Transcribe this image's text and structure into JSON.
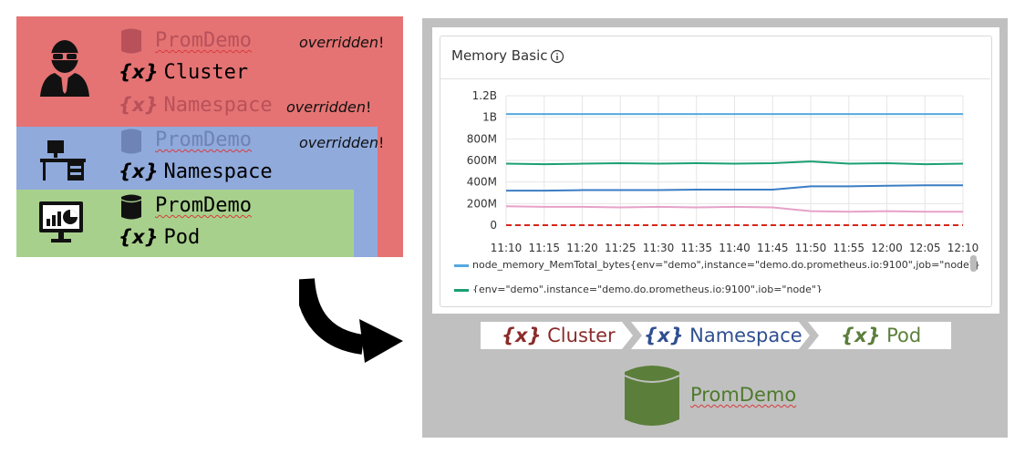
{
  "left": {
    "admin": {
      "datasource": "PromDemo",
      "datasource_note": "overridden",
      "cluster_var": "{x}",
      "cluster_label": "Cluster",
      "namespace_var": "{x}",
      "namespace_label": "Namespace",
      "namespace_note": "overridden"
    },
    "team": {
      "datasource": "PromDemo",
      "datasource_note": "overridden",
      "namespace_var": "{x}",
      "namespace_label": "Namespace"
    },
    "app": {
      "datasource": "PromDemo",
      "pod_var": "{x}",
      "pod_label": "Pod"
    },
    "bang": "!"
  },
  "panel": {
    "title": "Memory Basic",
    "info_icon": "info-circle-icon",
    "y_ticks": [
      "1.2B",
      "1B",
      "800M",
      "600M",
      "400M",
      "200M",
      "0"
    ],
    "x_ticks": [
      "11:10",
      "11:15",
      "11:20",
      "11:25",
      "11:30",
      "11:35",
      "11:40",
      "11:45",
      "11:50",
      "11:55",
      "12:00",
      "12:05",
      "12:10"
    ],
    "legend": [
      {
        "label": "node_memory_MemTotal_bytes{env=\"demo\",instance=\"demo.do.prometheus.io:9100\",job=\"node\"}",
        "color": "#56a8e0"
      },
      {
        "label": "{env=\"demo\",instance=\"demo.do.prometheus.io:9100\",job=\"node\"}",
        "color": "#1aa071"
      }
    ]
  },
  "chart_data": {
    "type": "line",
    "x": [
      "11:10",
      "11:15",
      "11:20",
      "11:25",
      "11:30",
      "11:35",
      "11:40",
      "11:45",
      "11:50",
      "11:55",
      "12:00",
      "12:05",
      "12:10"
    ],
    "ylim": [
      0,
      1200000000
    ],
    "series": [
      {
        "name": "node_memory_MemTotal_bytes{env=\"demo\",instance=\"demo.do.prometheus.io:9100\",job=\"node\"}",
        "color": "#56a8e0",
        "values": [
          1030000000,
          1030000000,
          1030000000,
          1030000000,
          1030000000,
          1030000000,
          1030000000,
          1030000000,
          1030000000,
          1030000000,
          1030000000,
          1030000000,
          1030000000
        ]
      },
      {
        "name": "{env=\"demo\",instance=\"demo.do.prometheus.io:9100\",job=\"node\"}",
        "color": "#1aa071",
        "values": [
          570000000,
          565000000,
          570000000,
          575000000,
          570000000,
          575000000,
          570000000,
          575000000,
          590000000,
          570000000,
          575000000,
          565000000,
          570000000
        ]
      },
      {
        "color": "#3b7dc4",
        "values": [
          320000000,
          320000000,
          325000000,
          325000000,
          325000000,
          330000000,
          330000000,
          330000000,
          360000000,
          360000000,
          365000000,
          370000000,
          370000000
        ]
      },
      {
        "color": "#e6a2c8",
        "values": [
          175000000,
          170000000,
          170000000,
          165000000,
          170000000,
          165000000,
          170000000,
          165000000,
          130000000,
          125000000,
          130000000,
          125000000,
          125000000
        ]
      },
      {
        "color": "#d7261b",
        "dashed": true,
        "values": [
          0,
          0,
          0,
          0,
          0,
          0,
          0,
          0,
          0,
          0,
          0,
          0,
          0
        ]
      }
    ]
  },
  "breadcrumbs": [
    {
      "var": "{x}",
      "label": "Cluster",
      "color": "#8b2b2b"
    },
    {
      "var": "{x}",
      "label": "Namespace",
      "color": "#2f4f8f"
    },
    {
      "var": "{x}",
      "label": "Pod",
      "color": "#5b7f3a"
    }
  ],
  "datasource": {
    "label": "PromDemo",
    "icon": "database-icon",
    "color": "#5b7f3a"
  }
}
